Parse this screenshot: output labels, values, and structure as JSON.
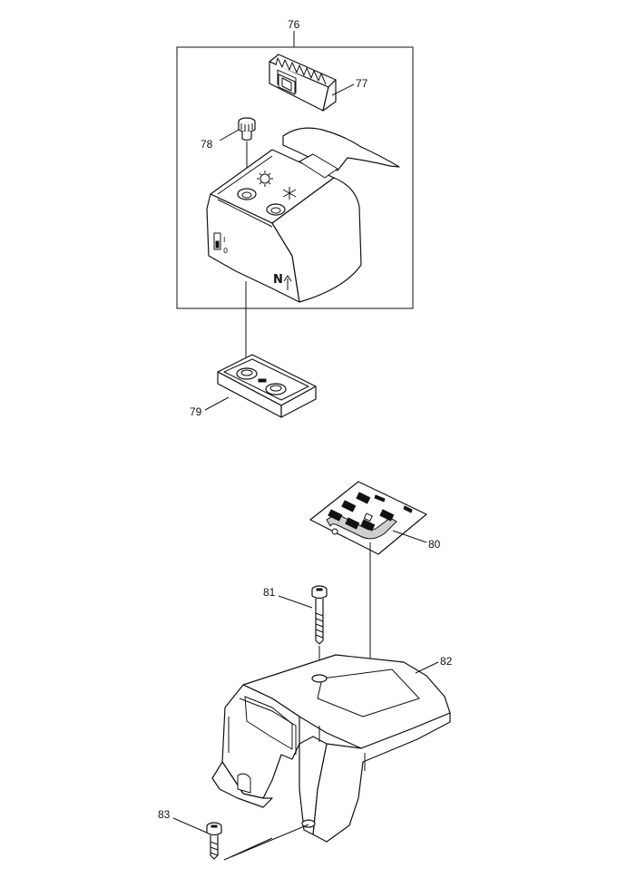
{
  "callouts": {
    "c76": "76",
    "c77": "77",
    "c78": "78",
    "c79": "79",
    "c80": "80",
    "c81": "81",
    "c82": "82",
    "c83": "83"
  },
  "housing_marks": {
    "side_mark_top": "I",
    "side_mark_bottom": "0",
    "front_letter": "N"
  }
}
